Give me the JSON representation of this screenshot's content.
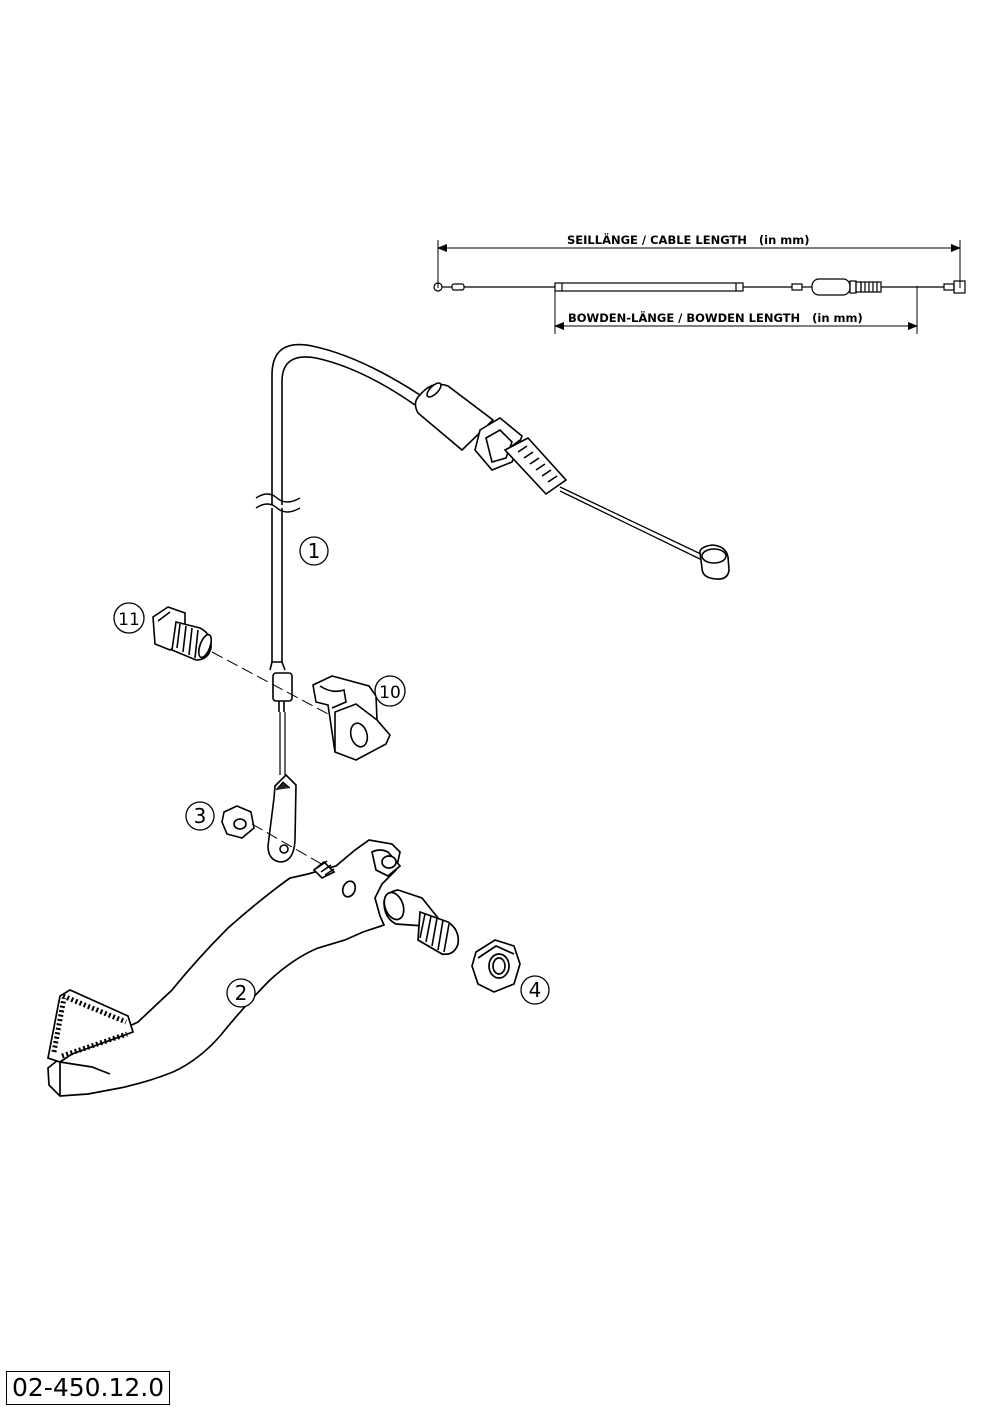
{
  "drawing_number": "02-450.12.0",
  "dimensions": {
    "cable_length_label": "SEILLÄNGE / CABLE LENGTH   (in mm)",
    "bowden_length_label": "BOWDEN-LÄNGE / BOWDEN LENGTH   (in mm)"
  },
  "parts": {
    "p1": "1",
    "p2": "2",
    "p3": "3",
    "p4": "4",
    "p10": "10",
    "p11": "11"
  }
}
